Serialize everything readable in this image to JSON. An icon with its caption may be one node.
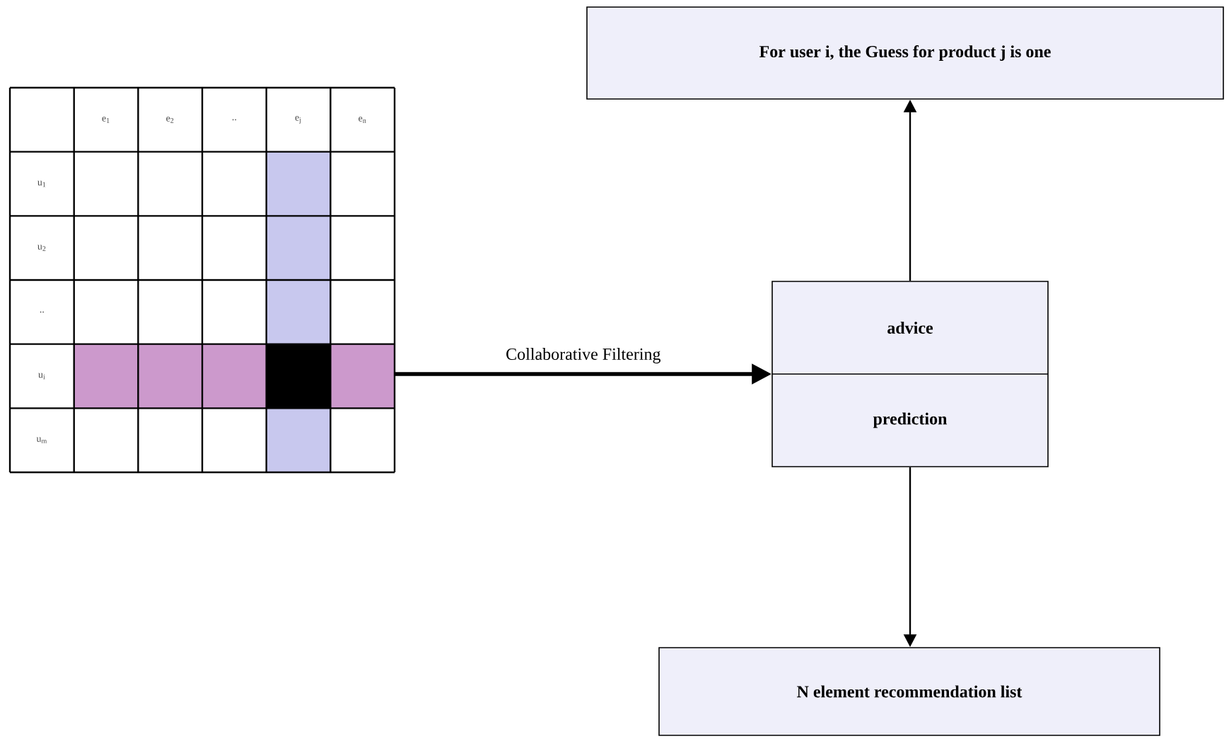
{
  "diagram": {
    "nodes": [
      {
        "text": [
          "For user i, the Guess for product j is one"
        ]
      },
      {
        "text": [],
        "shape": "grid"
      },
      {
        "text": [
          "advice",
          "prediction"
        ]
      },
      {
        "text": [
          "N element recommendation list"
        ]
      }
    ],
    "edges": [
      {
        "from": 1,
        "to": 2,
        "arrow": "to",
        "label": "Collaborative Filtering",
        "style": "thick"
      },
      {
        "from": 2,
        "to": 0,
        "arrow": "to"
      },
      {
        "from": 2,
        "to": 3,
        "arrow": "to"
      }
    ],
    "labels": [
      "e$_{1}$",
      "e$_{2}$",
      "..",
      "e$_{j}$",
      "e$_{n}$",
      "u$_{1}$",
      "u$_{2}$",
      "..",
      "u$_{i}$",
      "u$_{m}$"
    ]
  }
}
